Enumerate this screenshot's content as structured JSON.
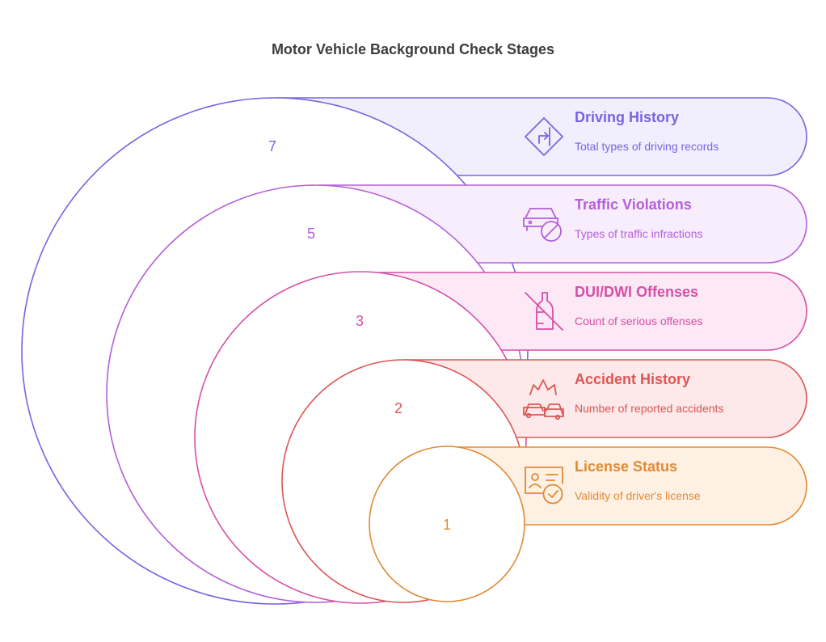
{
  "title": "Motor Vehicle Background Check Stages",
  "stages": [
    {
      "key": "driving",
      "label": "Driving History",
      "description": "Total types of driving records",
      "value": "7",
      "icon": "road-sign-icon",
      "stroke": "#7a63e0",
      "fill": "#f1effd",
      "text_color": "#7a63e0"
    },
    {
      "key": "traffic",
      "label": "Traffic Violations",
      "description": "Types of traffic infractions",
      "value": "5",
      "icon": "car-prohibited-icon",
      "stroke": "#b45fd8",
      "fill": "#f8edfd",
      "text_color": "#b45fd8"
    },
    {
      "key": "dui",
      "label": "DUI/DWI Offenses",
      "description": "Count of serious offenses",
      "value": "3",
      "icon": "no-alcohol-icon",
      "stroke": "#d64fa8",
      "fill": "#fde9f5",
      "text_color": "#d64fa8"
    },
    {
      "key": "accident",
      "label": "Accident History",
      "description": "Number of reported accidents",
      "value": "2",
      "icon": "car-crash-icon",
      "stroke": "#dd5555",
      "fill": "#fde9e9",
      "text_color": "#dd5555"
    },
    {
      "key": "license",
      "label": "License Status",
      "description": "Validity of driver's license",
      "value": "1",
      "icon": "license-check-icon",
      "stroke": "#e08a34",
      "fill": "#fef1e4",
      "text_color": "#e08a34"
    }
  ]
}
